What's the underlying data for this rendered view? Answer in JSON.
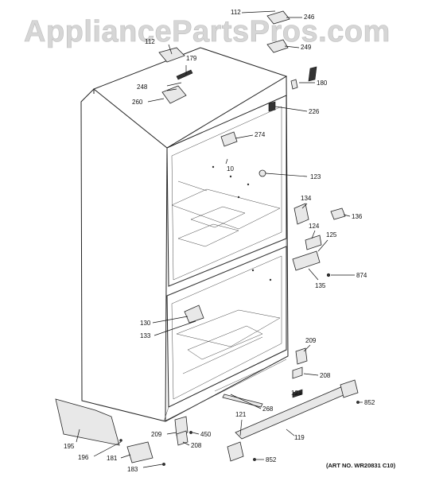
{
  "watermark": "AppliancePartsPros.com",
  "art_no": "(ART NO. WR20831 C10)",
  "callouts": [
    {
      "id": "c112a",
      "text": "112"
    },
    {
      "id": "c246",
      "text": "246"
    },
    {
      "id": "c249",
      "text": "249"
    },
    {
      "id": "c112b",
      "text": "112"
    },
    {
      "id": "c179",
      "text": "179"
    },
    {
      "id": "c248",
      "text": "248"
    },
    {
      "id": "c260",
      "text": "260"
    },
    {
      "id": "c180",
      "text": "180"
    },
    {
      "id": "c226",
      "text": "226"
    },
    {
      "id": "c274",
      "text": "274"
    },
    {
      "id": "c10",
      "text": "10"
    },
    {
      "id": "c123",
      "text": "123"
    },
    {
      "id": "c134",
      "text": "134"
    },
    {
      "id": "c136",
      "text": "136"
    },
    {
      "id": "c124",
      "text": "124"
    },
    {
      "id": "c125",
      "text": "125"
    },
    {
      "id": "c874",
      "text": "874"
    },
    {
      "id": "c135",
      "text": "135"
    },
    {
      "id": "c130",
      "text": "130"
    },
    {
      "id": "c133",
      "text": "133"
    },
    {
      "id": "c209a",
      "text": "209"
    },
    {
      "id": "c208a",
      "text": "208"
    },
    {
      "id": "c121a",
      "text": "121"
    },
    {
      "id": "c852a",
      "text": "852"
    },
    {
      "id": "c268",
      "text": "268"
    },
    {
      "id": "c121b",
      "text": "121"
    },
    {
      "id": "c195",
      "text": "195"
    },
    {
      "id": "c209b",
      "text": "209"
    },
    {
      "id": "c450",
      "text": "450"
    },
    {
      "id": "c208b",
      "text": "208"
    },
    {
      "id": "c119",
      "text": "119"
    },
    {
      "id": "c196",
      "text": "196"
    },
    {
      "id": "c181",
      "text": "181"
    },
    {
      "id": "c183",
      "text": "183"
    },
    {
      "id": "c852b",
      "text": "852"
    }
  ]
}
